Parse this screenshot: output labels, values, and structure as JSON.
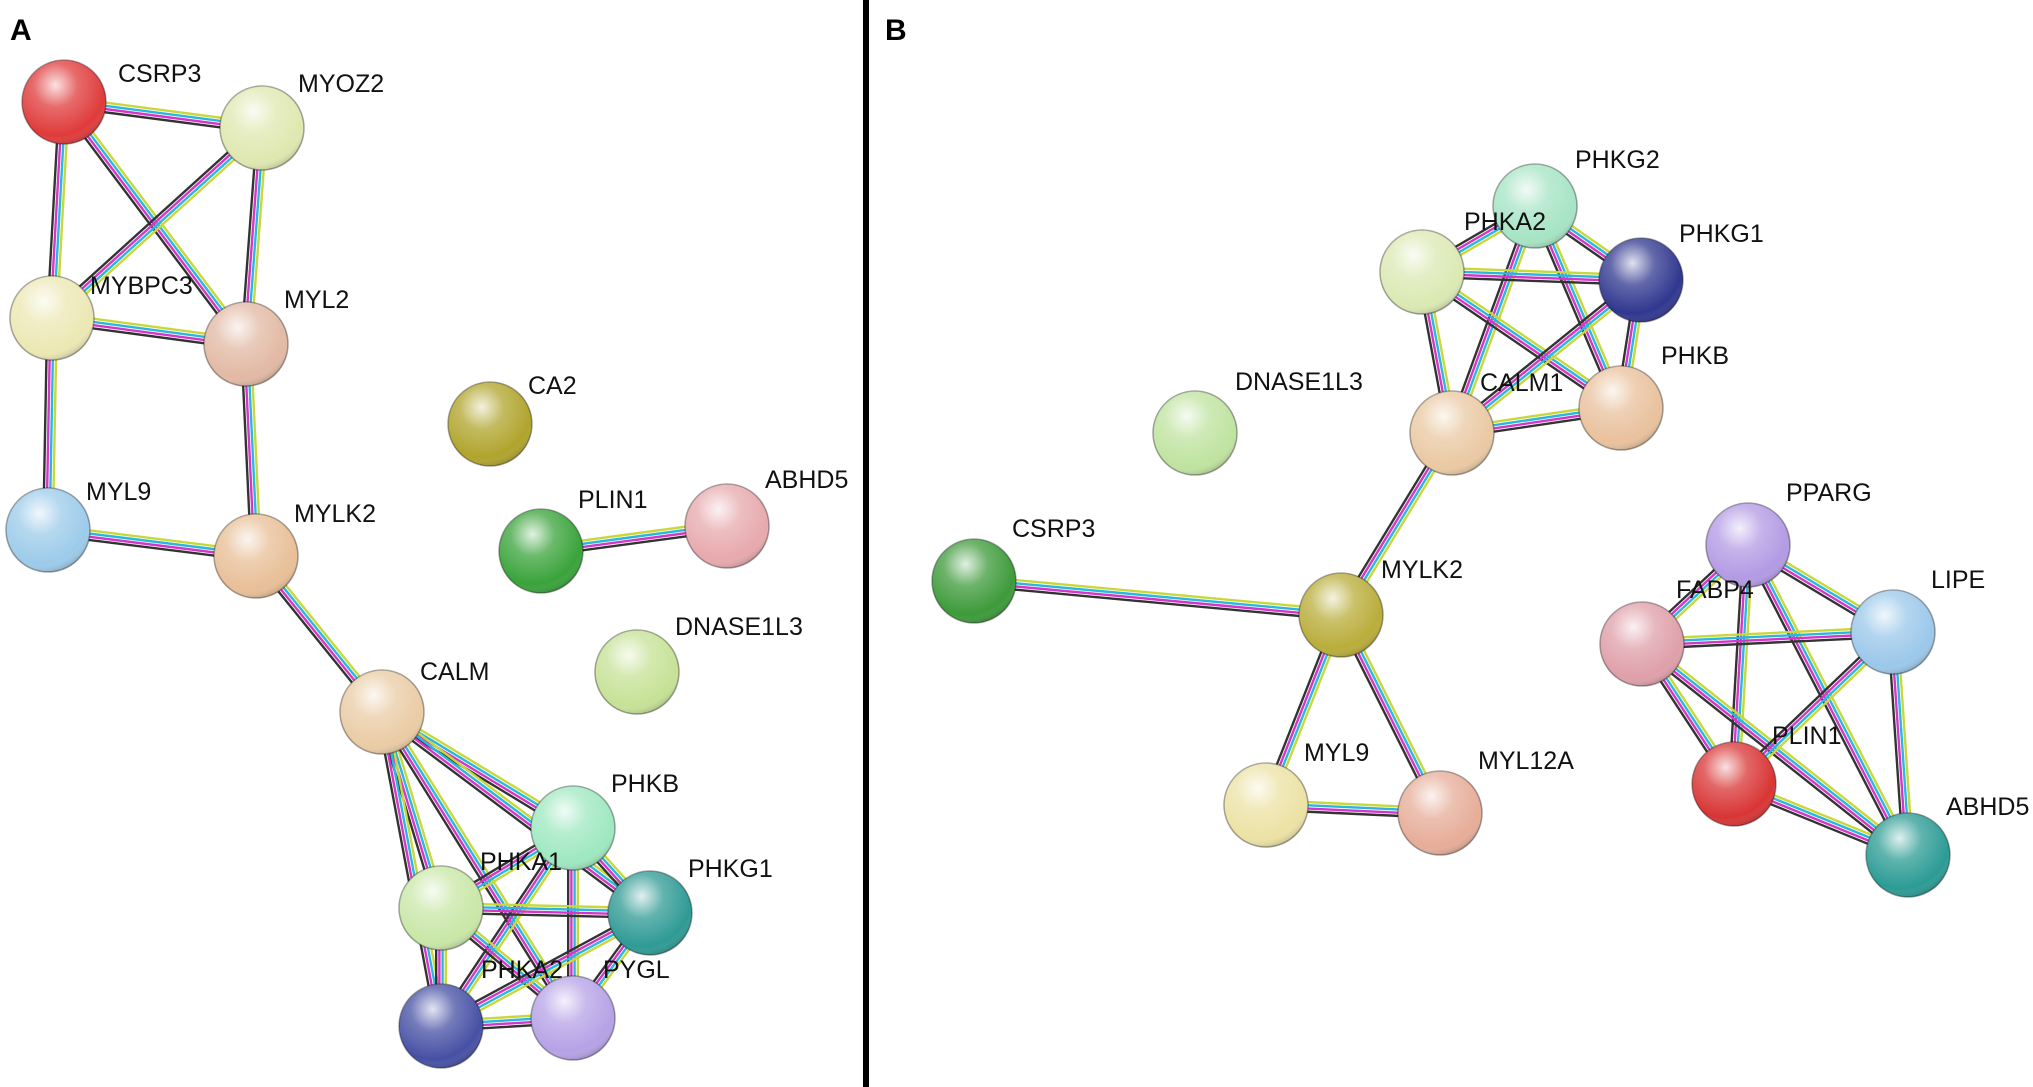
{
  "panels": [
    {
      "label": "A",
      "nodes": [
        {
          "id": "CSRP3",
          "label": "CSRP3",
          "color": "#e03a3a"
        },
        {
          "id": "MYOZ2",
          "label": "MYOZ2",
          "color": "#dfe8b0"
        },
        {
          "id": "MYBPC3",
          "label": "MYBPC3",
          "color": "#ece8b4"
        },
        {
          "id": "MYL2",
          "label": "MYL2",
          "color": "#e2b9a4"
        },
        {
          "id": "CA2",
          "label": "CA2",
          "color": "#b0a42c"
        },
        {
          "id": "MYL9",
          "label": "MYL9",
          "color": "#9ccbea"
        },
        {
          "id": "MYLK2",
          "label": "MYLK2",
          "color": "#e8bf97"
        },
        {
          "id": "PLIN1",
          "label": "PLIN1",
          "color": "#39a33a"
        },
        {
          "id": "ABHD5",
          "label": "ABHD5",
          "color": "#e7a9ad"
        },
        {
          "id": "DNASE1L3",
          "label": "DNASE1L3",
          "color": "#c6e296"
        },
        {
          "id": "CALM",
          "label": "CALM",
          "color": "#eacca5"
        },
        {
          "id": "PHKB",
          "label": "PHKB",
          "color": "#9ee8c0"
        },
        {
          "id": "PHKA1",
          "label": "PHKA1",
          "color": "#c9e7a7"
        },
        {
          "id": "PHKG1",
          "label": "PHKG1",
          "color": "#2f9a94"
        },
        {
          "id": "PHKA2",
          "label": "PHKA2",
          "color": "#4650a4"
        },
        {
          "id": "PYGL",
          "label": "PYGL",
          "color": "#b5a2e6"
        }
      ],
      "edges": [
        [
          "CSRP3",
          "MYOZ2"
        ],
        [
          "CSRP3",
          "MYBPC3"
        ],
        [
          "CSRP3",
          "MYL2"
        ],
        [
          "MYOZ2",
          "MYBPC3"
        ],
        [
          "MYOZ2",
          "MYL2"
        ],
        [
          "MYBPC3",
          "MYL2"
        ],
        [
          "MYBPC3",
          "MYL9"
        ],
        [
          "MYL2",
          "MYLK2"
        ],
        [
          "MYL9",
          "MYLK2"
        ],
        [
          "MYLK2",
          "CALM"
        ],
        [
          "PLIN1",
          "ABHD5"
        ],
        [
          "CALM",
          "PHKB"
        ],
        [
          "CALM",
          "PHKA1"
        ],
        [
          "CALM",
          "PHKG1"
        ],
        [
          "CALM",
          "PHKA2"
        ],
        [
          "CALM",
          "PYGL"
        ],
        [
          "PHKB",
          "PHKA1"
        ],
        [
          "PHKB",
          "PHKG1"
        ],
        [
          "PHKB",
          "PHKA2"
        ],
        [
          "PHKB",
          "PYGL"
        ],
        [
          "PHKA1",
          "PHKG1"
        ],
        [
          "PHKA1",
          "PHKA2"
        ],
        [
          "PHKA1",
          "PYGL"
        ],
        [
          "PHKG1",
          "PHKA2"
        ],
        [
          "PHKG1",
          "PYGL"
        ],
        [
          "PHKA2",
          "PYGL"
        ]
      ]
    },
    {
      "label": "B",
      "nodes": [
        {
          "id": "PHKG2",
          "label": "PHKG2",
          "color": "#a6e4c4"
        },
        {
          "id": "PHKA2",
          "label": "PHKA2",
          "color": "#dbe9b3"
        },
        {
          "id": "PHKG1",
          "label": "PHKG1",
          "color": "#30378f"
        },
        {
          "id": "DNASE1L3",
          "label": "DNASE1L3",
          "color": "#bfe3a0"
        },
        {
          "id": "CALM1",
          "label": "CALM1",
          "color": "#eac9a3"
        },
        {
          "id": "PHKB",
          "label": "PHKB",
          "color": "#e9c19d"
        },
        {
          "id": "PPARG",
          "label": "PPARG",
          "color": "#b39ae4"
        },
        {
          "id": "CSRP3",
          "label": "CSRP3",
          "color": "#3d9a3a"
        },
        {
          "id": "MYLK2",
          "label": "MYLK2",
          "color": "#b9ad3a"
        },
        {
          "id": "FABP4",
          "label": "FABP4",
          "color": "#df9fa9"
        },
        {
          "id": "LIPE",
          "label": "LIPE",
          "color": "#9bc8ea"
        },
        {
          "id": "PLIN1",
          "label": "PLIN1",
          "color": "#d93434"
        },
        {
          "id": "MYL9",
          "label": "MYL9",
          "color": "#ece2a4"
        },
        {
          "id": "MYL12A",
          "label": "MYL12A",
          "color": "#e6ad98"
        },
        {
          "id": "ABHD5",
          "label": "ABHD5",
          "color": "#2b9b94"
        }
      ],
      "edges": [
        [
          "PHKG2",
          "PHKA2"
        ],
        [
          "PHKG2",
          "PHKG1"
        ],
        [
          "PHKG2",
          "CALM1"
        ],
        [
          "PHKG2",
          "PHKB"
        ],
        [
          "PHKA2",
          "PHKG1"
        ],
        [
          "PHKA2",
          "CALM1"
        ],
        [
          "PHKA2",
          "PHKB"
        ],
        [
          "PHKG1",
          "CALM1"
        ],
        [
          "PHKG1",
          "PHKB"
        ],
        [
          "CALM1",
          "PHKB"
        ],
        [
          "CALM1",
          "MYLK2"
        ],
        [
          "CSRP3",
          "MYLK2"
        ],
        [
          "MYLK2",
          "MYL9"
        ],
        [
          "MYLK2",
          "MYL12A"
        ],
        [
          "MYL9",
          "MYL12A"
        ],
        [
          "PPARG",
          "FABP4"
        ],
        [
          "PPARG",
          "LIPE"
        ],
        [
          "PPARG",
          "PLIN1"
        ],
        [
          "PPARG",
          "ABHD5"
        ],
        [
          "FABP4",
          "LIPE"
        ],
        [
          "FABP4",
          "PLIN1"
        ],
        [
          "FABP4",
          "ABHD5"
        ],
        [
          "LIPE",
          "PLIN1"
        ],
        [
          "LIPE",
          "ABHD5"
        ],
        [
          "PLIN1",
          "ABHD5"
        ]
      ]
    }
  ]
}
